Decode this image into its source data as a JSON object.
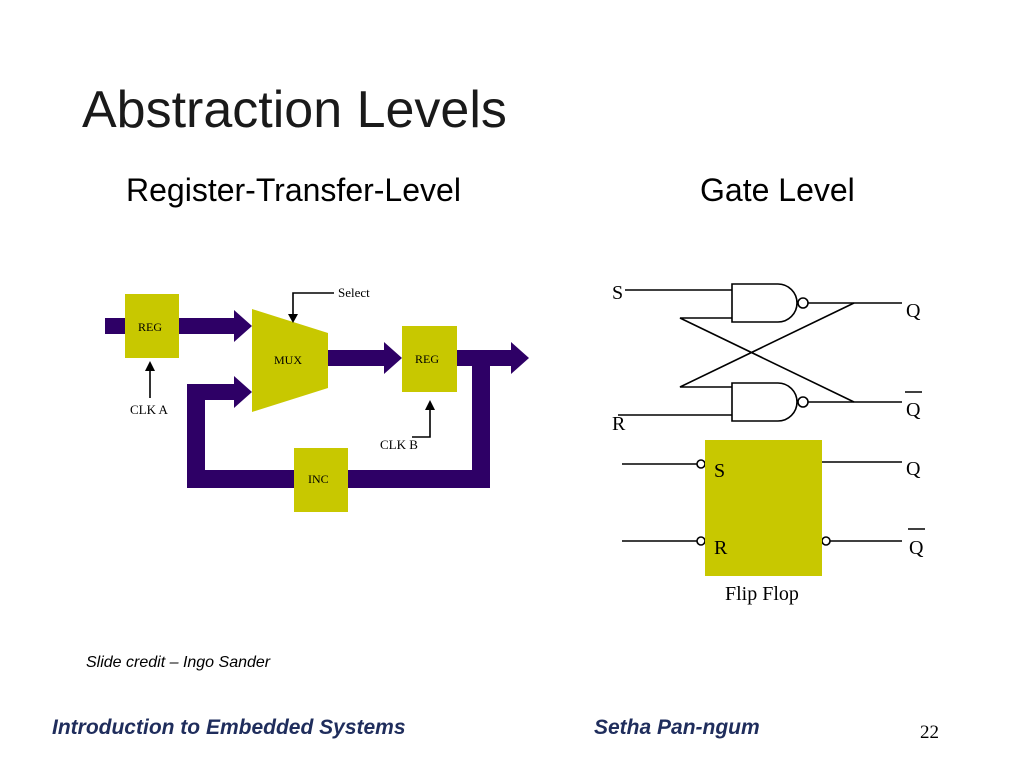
{
  "slide": {
    "title": "Abstraction Levels",
    "credit": "Slide credit – Ingo Sander",
    "footer_left": "Introduction to Embedded Systems",
    "footer_middle": "Setha Pan-ngum",
    "page_number": "22"
  },
  "rtl": {
    "heading": "Register-Transfer-Level",
    "reg1": "REG",
    "mux": "MUX",
    "reg2": "REG",
    "inc": "INC",
    "select": "Select",
    "clk_a": "CLK A",
    "clk_b": "CLK B"
  },
  "gate": {
    "heading": "Gate Level",
    "s": "S",
    "r": "R",
    "q": "Q",
    "qbar": "Q",
    "ff_s": "S",
    "ff_r": "R",
    "ff_q": "Q",
    "ff_qbar": "Q",
    "ff_caption": "Flip Flop"
  },
  "colors": {
    "block_fill": "#c8c800",
    "bus": "#2e0066",
    "line": "#000000",
    "footer_text": "#1f2d5c"
  }
}
